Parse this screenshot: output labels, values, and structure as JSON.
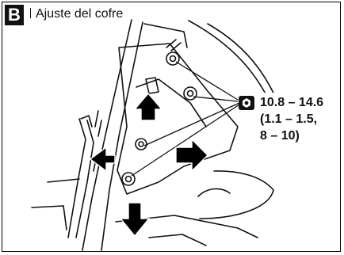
{
  "header": {
    "badge": "B",
    "title": "Ajuste del cofre"
  },
  "torque": {
    "icon": "torque-wrench-icon",
    "line1": "10.8 – 14.6",
    "line2": "(1.1 – 1.5,",
    "line3": "8 – 10)"
  },
  "colors": {
    "line": "#111111",
    "fill": "#ffffff",
    "arrow": "#000000"
  }
}
